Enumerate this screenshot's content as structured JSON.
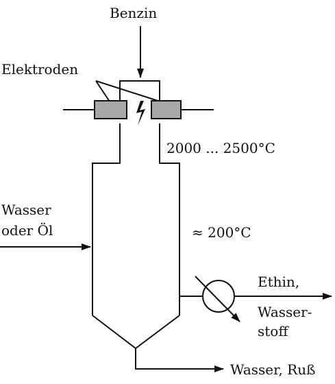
{
  "labels": {
    "input_fuel": "Benzin",
    "electrodes": "Elektroden",
    "temp_arc": "2000 ... 2500°C",
    "quench_line1": "Wasser",
    "quench_line2": "oder Öl",
    "temp_reactor": "≈ 200°C",
    "product_line1": "Ethin,",
    "product_line2": "Wasser-",
    "product_line3": "stoff",
    "bottom_output": "Wasser, Ruß"
  },
  "colors": {
    "line": "#111111",
    "electrode_fill": "#a8a8a8",
    "background": "#ffffff"
  },
  "icons": {
    "arc": "lightning-bolt",
    "separator": "cyclone-separator"
  }
}
